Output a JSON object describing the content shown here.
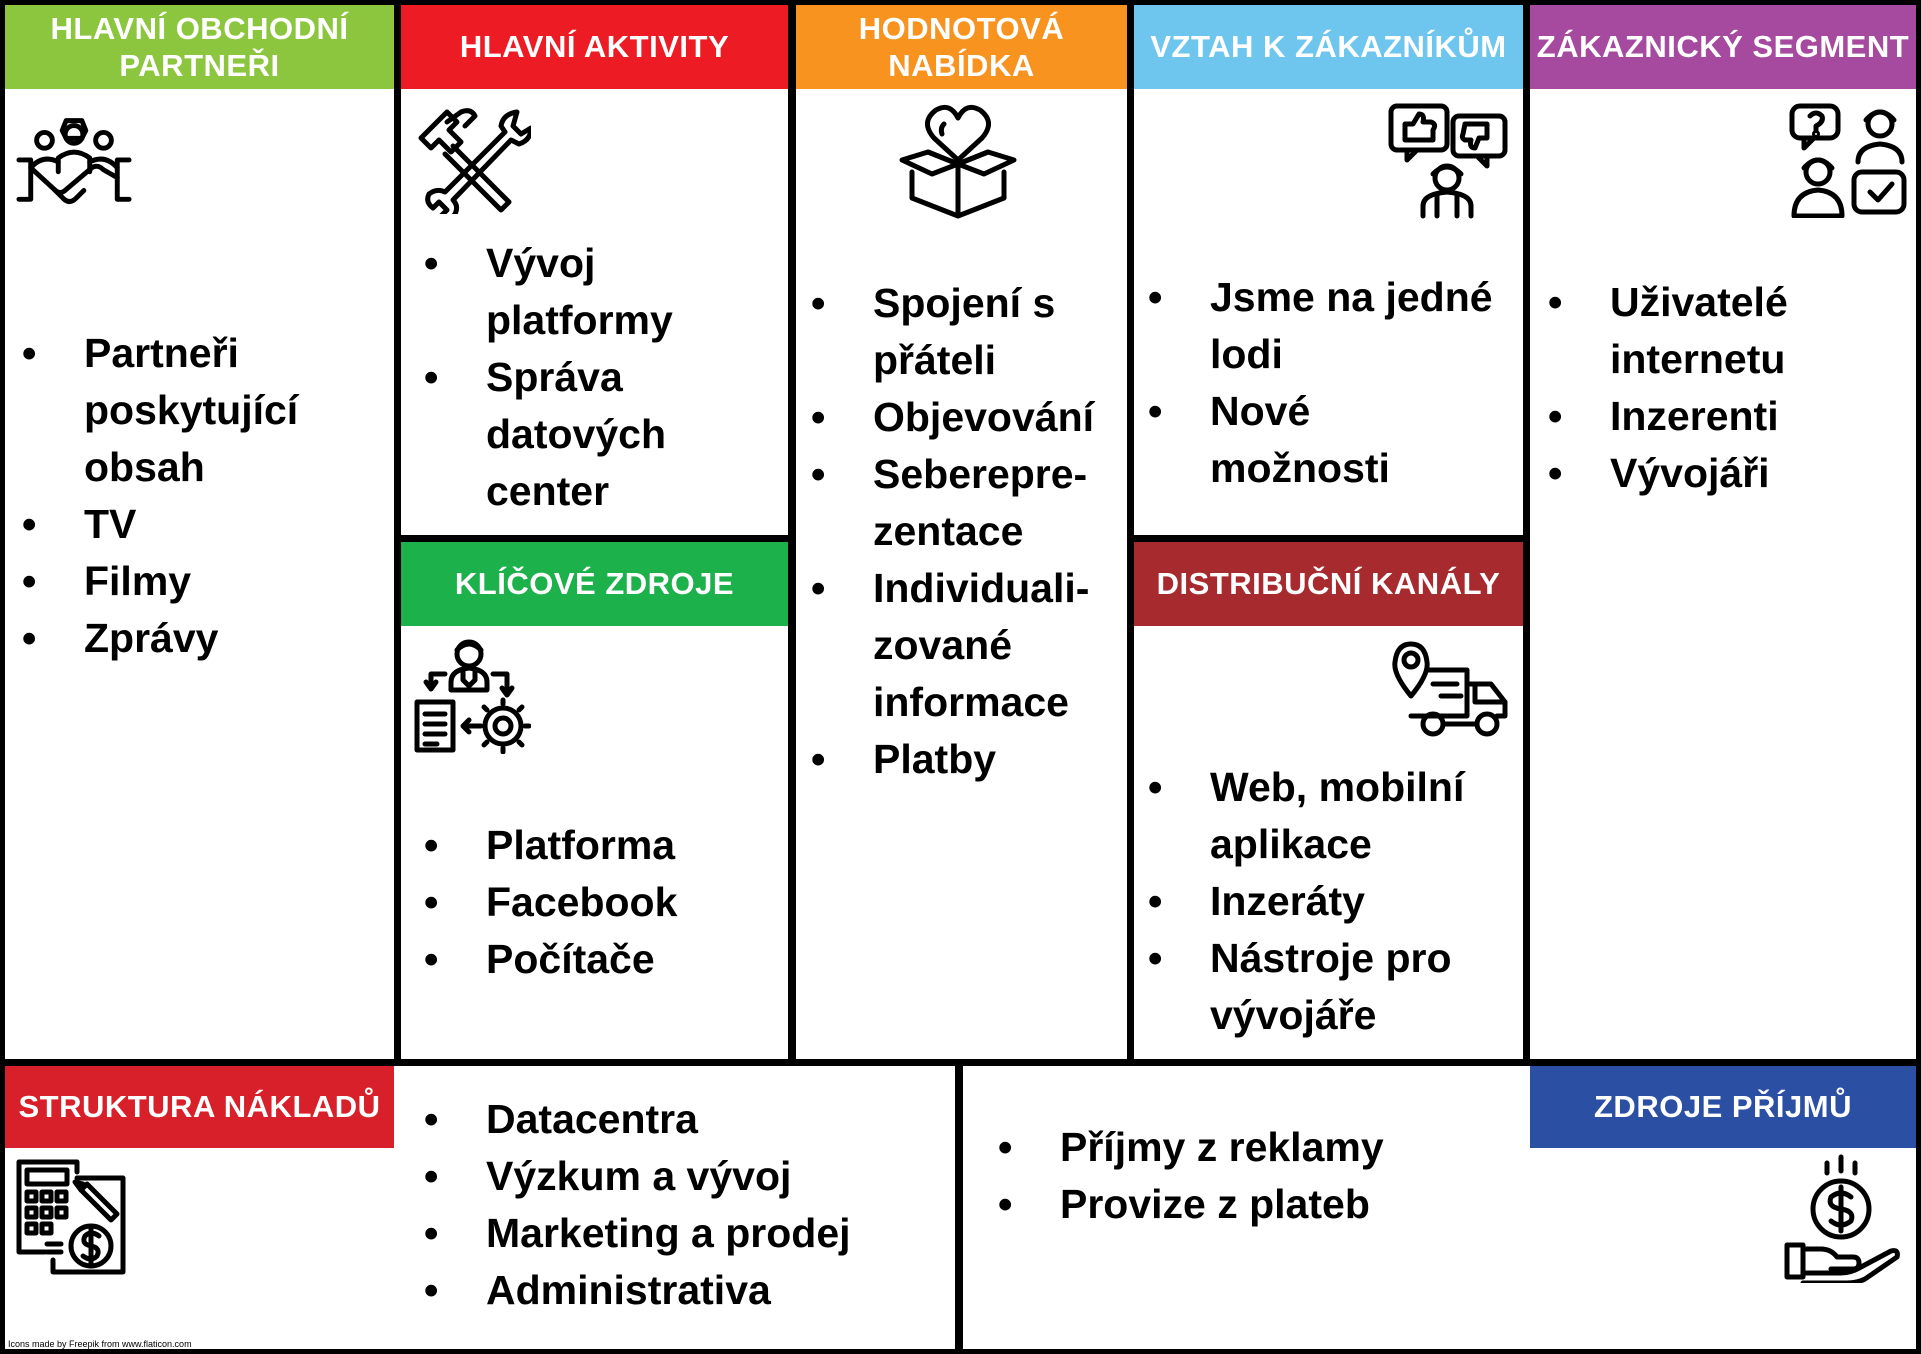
{
  "colors": {
    "partners": "#8cc63f",
    "activities": "#ed1c24",
    "value": "#f7931e",
    "relations": "#6ec6ee",
    "segments": "#a54a9e",
    "resources": "#1db14b",
    "channels": "#a62a2e",
    "costs": "#d8202a",
    "revenue": "#2a4fa3",
    "border": "#000000"
  },
  "sections": {
    "partners": {
      "title": "HLAVNÍ OBCHODNÍ PARTNEŘI",
      "icon": "handshake-team-icon",
      "items": [
        "Partneři poskytující obsah",
        "TV",
        "Filmy",
        "Zprávy"
      ]
    },
    "activities": {
      "title": "HLAVNÍ AKTIVITY",
      "icon": "hammer-wrench-icon",
      "items": [
        "Vývoj platformy",
        "Správa datových center"
      ]
    },
    "value": {
      "title": "HODNOTOVÁ NABÍDKA",
      "icon": "heart-box-icon",
      "items": [
        "Spojení s přáteli",
        "Objevování",
        "Seberepre-zentace",
        "Individuali-zované informace",
        "Platby"
      ]
    },
    "relations": {
      "title": "VZTAH K ZÁKAZNÍKŮM",
      "icon": "customer-feedback-icon",
      "items": [
        "Jsme na jedné lodi",
        "Nové možnosti"
      ]
    },
    "segments": {
      "title": "ZÁKAZNICKÝ SEGMENT",
      "icon": "customer-segment-icon",
      "items": [
        "Uživatelé internetu",
        "Inzerenti",
        "Vývojáři"
      ]
    },
    "resources": {
      "title": "KLÍČOVÉ ZDROJE",
      "icon": "resource-management-icon",
      "items": [
        "Platforma",
        "Facebook",
        "Počítače"
      ]
    },
    "channels": {
      "title": "DISTRIBUČNÍ KANÁLY",
      "icon": "delivery-truck-location-icon",
      "items": [
        "Web, mobilní aplikace",
        "Inzeráty",
        "Nástroje pro vývojáře"
      ]
    },
    "costs": {
      "title": "STRUKTURA NÁKLADŮ",
      "icon": "calculator-cost-icon",
      "items": [
        "Datacentra",
        "Výzkum a vývoj",
        "Marketing a prodej",
        "Administrativa"
      ]
    },
    "revenue": {
      "title": "ZDROJE PŘÍJMŮ",
      "icon": "hand-coin-icon",
      "items": [
        "Příjmy z reklamy",
        "Provize z plateb"
      ]
    }
  },
  "credit": "Icons made by Freepik from www.flaticon.com"
}
